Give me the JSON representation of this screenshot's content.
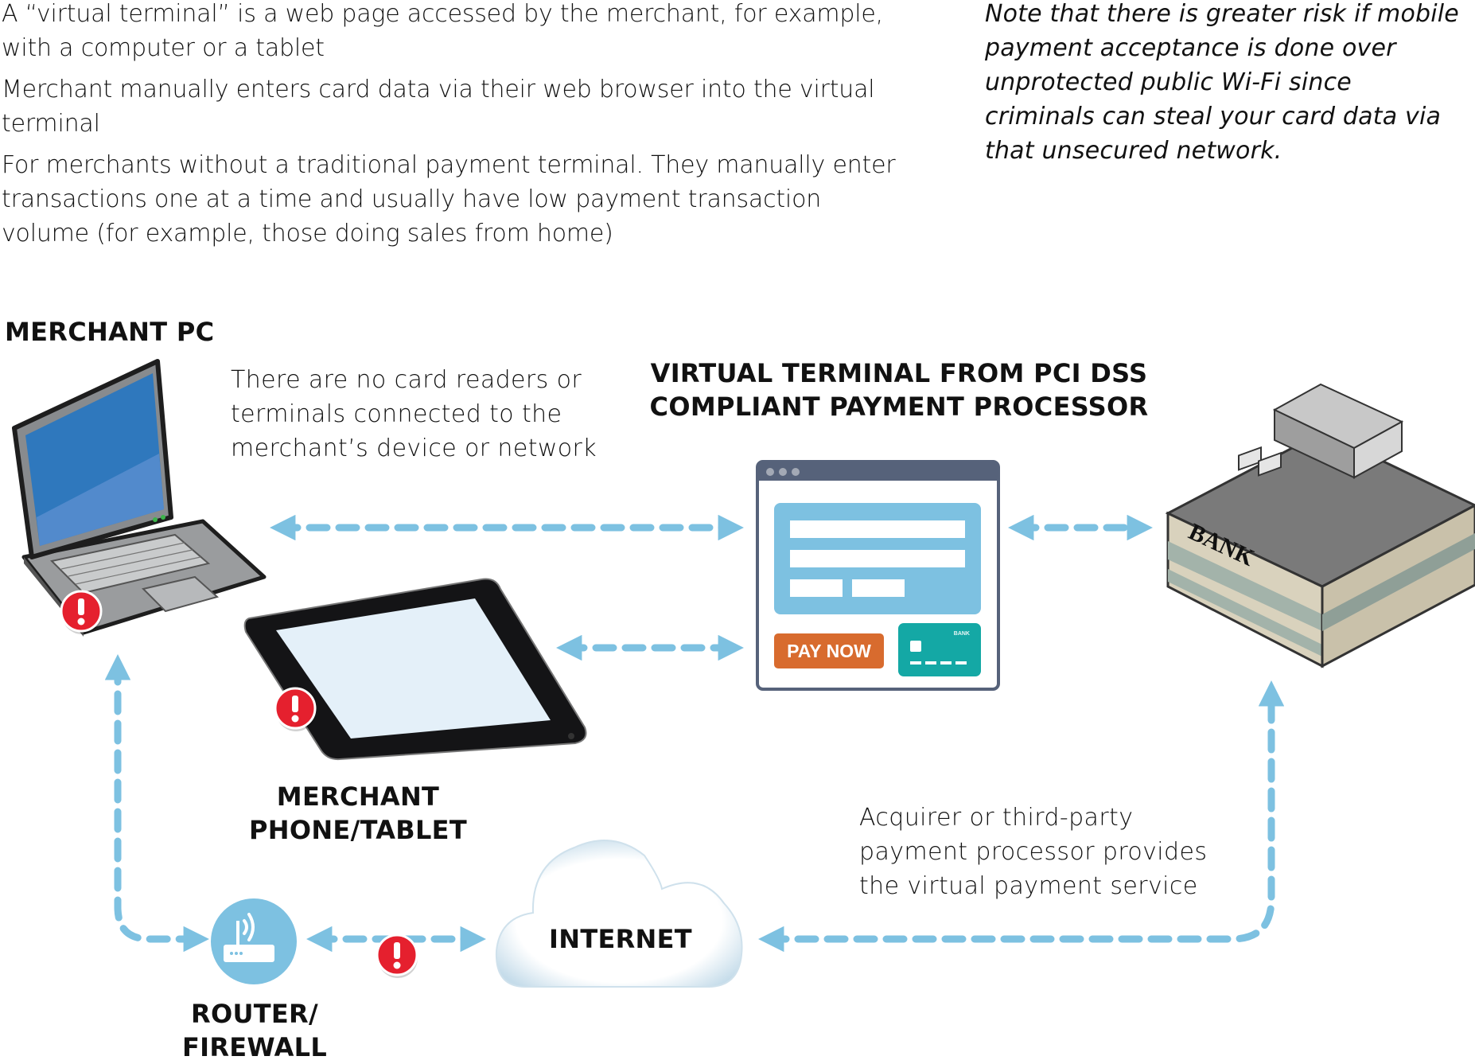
{
  "intro": {
    "paragraphs": [
      "A “virtual terminal” is a web page accessed by the merchant, for example, with a computer or a tablet",
      "Merchant manually enters card data via their web browser into the virtual terminal",
      "For merchants without a traditional payment terminal. They manually enter transactions one at a time and usually have low payment transaction volume (for example, those doing sales from home)"
    ]
  },
  "note": "Note that there is greater risk if mobile payment acceptance is done over unprotected public Wi-Fi since criminals can steal your card data via that unsecured network.",
  "nodes": {
    "merchant_pc": {
      "label": "MERCHANT PC",
      "icon": "laptop-icon"
    },
    "merchant_tablet": {
      "label_line1": "MERCHANT",
      "label_line2": "PHONE/TABLET",
      "icon": "tablet-icon"
    },
    "virtual_terminal": {
      "label_line1": "VIRTUAL TERMINAL FROM PCI DSS",
      "label_line2": "COMPLIANT PAYMENT PROCESSOR",
      "icon": "browser-window-icon",
      "pay_button": "PAY NOW",
      "card_bank": "BANK"
    },
    "bank": {
      "label": "BANK",
      "icon": "bank-building-icon"
    },
    "router": {
      "label_line1": "ROUTER/",
      "label_line2": "FIREWALL",
      "icon": "wifi-router-icon"
    },
    "internet": {
      "label": "INTERNET",
      "icon": "cloud-icon"
    }
  },
  "captions": {
    "no_readers": "There are no card readers or terminals connected to the merchant’s device or network",
    "acquirer": "Acquirer or third-party payment processor provides the virtual payment service"
  },
  "risk_markers": [
    "merchant-pc",
    "merchant-tablet",
    "router-internet-link"
  ],
  "colors": {
    "connector": "#7dc1e1",
    "risk": "#e5202e",
    "pay_button": "#d86b2e",
    "card": "#14a8a5",
    "window_frame": "#56627a"
  }
}
